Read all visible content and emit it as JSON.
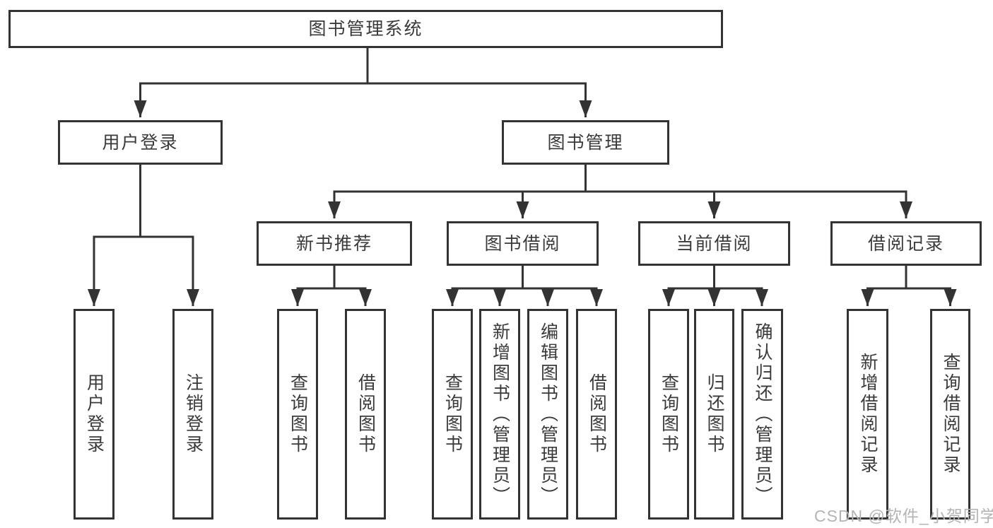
{
  "nodes": {
    "root": "图书管理系统",
    "user_login": "用户登录",
    "book_mgmt": "图书管理",
    "new_book_rec": "新书推荐",
    "book_borrow": "图书借阅",
    "current_borrow": "当前借阅",
    "borrow_records": "借阅记录",
    "leaf_user_login": "用户登录",
    "leaf_logout": "注销登录",
    "leaf_query_book_rec": "查询图书",
    "leaf_borrow_book_rec": "借阅图书",
    "leaf_query_book_borrow": "查询图书",
    "leaf_add_book_admin": "新增图书（管理员）",
    "leaf_edit_book_admin": "编辑图书（管理员）",
    "leaf_borrow_book_borrow": "借阅图书",
    "leaf_query_book_current": "查询图书",
    "leaf_return_book": "归还图书",
    "leaf_confirm_return_admin": "确认归还（管理员）",
    "leaf_add_borrow_record": "新增借阅记录",
    "leaf_query_borrow_record": "查询借阅记录"
  },
  "watermark": "CSDN @软件_小贺同学",
  "colors": {
    "line": "#333333",
    "text": "#3a3a3a",
    "box_background": "#ffffff",
    "watermark": "#b4b4b4"
  }
}
